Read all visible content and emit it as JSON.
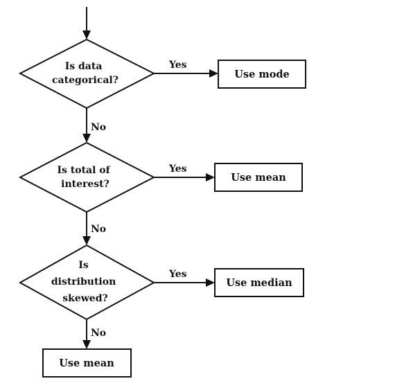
{
  "flowchart": {
    "decisions": [
      {
        "lines": [
          "Is data",
          "categorical?"
        ]
      },
      {
        "lines": [
          "Is total of",
          "interest?"
        ]
      },
      {
        "lines": [
          "Is",
          "distribution",
          "skewed?"
        ]
      }
    ],
    "outcomes": [
      {
        "label": "Use mode"
      },
      {
        "label": "Use mean"
      },
      {
        "label": "Use median"
      },
      {
        "label": "Use mean"
      }
    ],
    "edges": {
      "yes_label": "Yes",
      "no_label": "No"
    }
  }
}
